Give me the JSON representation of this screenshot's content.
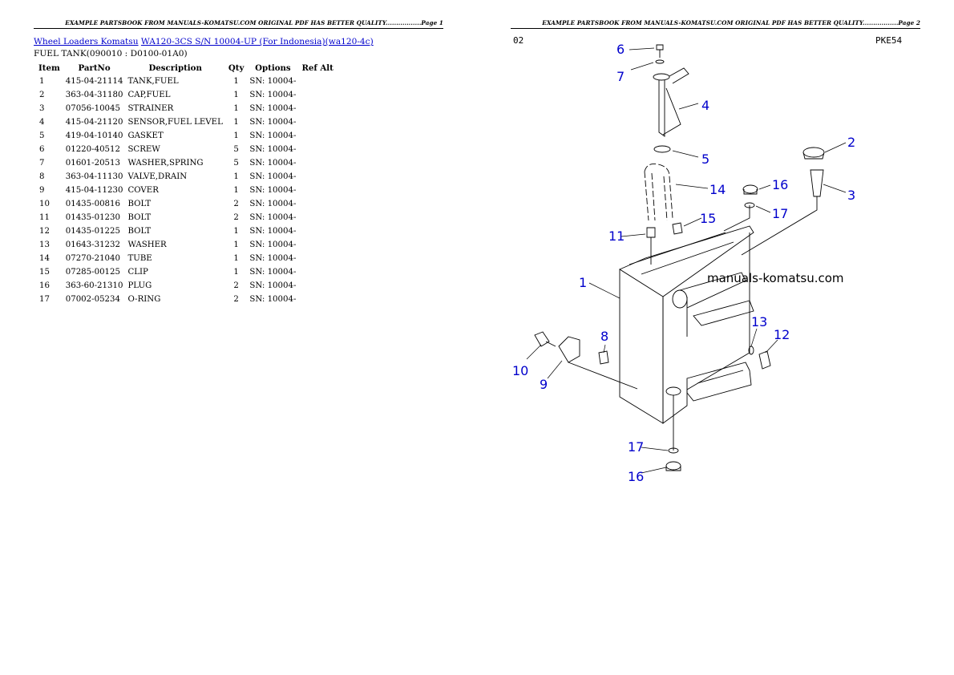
{
  "page1": {
    "header": "EXAMPLE PARTSBOOK FROM MANUALS-KOMATSU.COM ORIGINAL PDF HAS BETTER QUALITY.................Page 1",
    "breadcrumb": {
      "link1": "Wheel Loaders Komatsu",
      "link2": "WA120-3CS S/N 10004-UP (For Indonesia)(wa120-4c)"
    },
    "subtitle": "FUEL TANK(090010 : D0100-01A0)",
    "columns": [
      "Item",
      "PartNo",
      "Description",
      "Qty",
      "Options",
      "Ref Alt"
    ],
    "rows": [
      [
        "1",
        "415-04-21114",
        "TANK,FUEL",
        "1",
        "SN: 10004-",
        ""
      ],
      [
        "2",
        "363-04-31180",
        "CAP,FUEL",
        "1",
        "SN: 10004-",
        ""
      ],
      [
        "3",
        "07056-10045",
        "STRAINER",
        "1",
        "SN: 10004-",
        ""
      ],
      [
        "4",
        "415-04-21120",
        "SENSOR,FUEL LEVEL",
        "1",
        "SN: 10004-",
        ""
      ],
      [
        "5",
        "419-04-10140",
        "GASKET",
        "1",
        "SN: 10004-",
        ""
      ],
      [
        "6",
        "01220-40512",
        "SCREW",
        "5",
        "SN: 10004-",
        ""
      ],
      [
        "7",
        "01601-20513",
        "WASHER,SPRING",
        "5",
        "SN: 10004-",
        ""
      ],
      [
        "8",
        "363-04-11130",
        "VALVE,DRAIN",
        "1",
        "SN: 10004-",
        ""
      ],
      [
        "9",
        "415-04-11230",
        "COVER",
        "1",
        "SN: 10004-",
        ""
      ],
      [
        "10",
        "01435-00816",
        "BOLT",
        "2",
        "SN: 10004-",
        ""
      ],
      [
        "11",
        "01435-01230",
        "BOLT",
        "2",
        "SN: 10004-",
        ""
      ],
      [
        "12",
        "01435-01225",
        "BOLT",
        "1",
        "SN: 10004-",
        ""
      ],
      [
        "13",
        "01643-31232",
        "WASHER",
        "1",
        "SN: 10004-",
        ""
      ],
      [
        "14",
        "07270-21040",
        "TUBE",
        "1",
        "SN: 10004-",
        ""
      ],
      [
        "15",
        "07285-00125",
        "CLIP",
        "1",
        "SN: 10004-",
        ""
      ],
      [
        "16",
        "363-60-21310",
        "PLUG",
        "2",
        "SN: 10004-",
        ""
      ],
      [
        "17",
        "07002-05234",
        "O-RING",
        "2",
        "SN: 10004-",
        ""
      ]
    ]
  },
  "page2": {
    "header": "EXAMPLE PARTSBOOK FROM MANUALS-KOMATSU.COM ORIGINAL PDF HAS BETTER QUALITY.................Page 2",
    "diagram": {
      "code_left": "02",
      "code_right": "PKE54",
      "watermark": "manuals-komatsu.com",
      "callouts": [
        "6",
        "7",
        "4",
        "5",
        "14",
        "15",
        "11",
        "1",
        "2",
        "3",
        "16",
        "17",
        "13",
        "12",
        "8",
        "10",
        "9",
        "17",
        "16"
      ]
    }
  }
}
